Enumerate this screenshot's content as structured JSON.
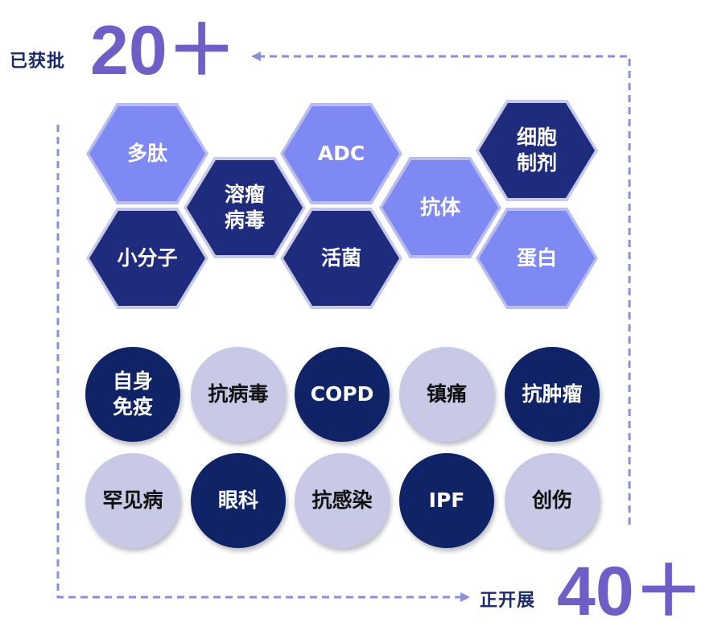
{
  "approved": {
    "label": "已获批",
    "count": "20＋"
  },
  "in_progress": {
    "label": "正开展",
    "count": "40＋"
  },
  "colors": {
    "dark": "#1f2b7c",
    "light": "#7f89f3",
    "circle_dark": "#0f2366",
    "circle_light": "#c8c9e6",
    "accent": "#6e5fc7",
    "arrow": "#8a8fd8"
  },
  "modalities": [
    {
      "label": "多肽",
      "tone": "light"
    },
    {
      "label": "溶瘤\n病毒",
      "tone": "dark"
    },
    {
      "label": "ADC",
      "tone": "light"
    },
    {
      "label": "抗体",
      "tone": "light"
    },
    {
      "label": "细胞\n制剂",
      "tone": "dark"
    },
    {
      "label": "小分子",
      "tone": "dark"
    },
    {
      "label": "活菌",
      "tone": "dark"
    },
    {
      "label": "蛋白",
      "tone": "light"
    }
  ],
  "indications": [
    {
      "label": "自身\n免疫",
      "tone": "dark"
    },
    {
      "label": "抗病毒",
      "tone": "light"
    },
    {
      "label": "COPD",
      "tone": "dark"
    },
    {
      "label": "镇痛",
      "tone": "light"
    },
    {
      "label": "抗肿瘤",
      "tone": "dark"
    },
    {
      "label": "罕见病",
      "tone": "light"
    },
    {
      "label": "眼科",
      "tone": "dark"
    },
    {
      "label": "抗感染",
      "tone": "light"
    },
    {
      "label": "IPF",
      "tone": "dark"
    },
    {
      "label": "创伤",
      "tone": "light"
    }
  ]
}
